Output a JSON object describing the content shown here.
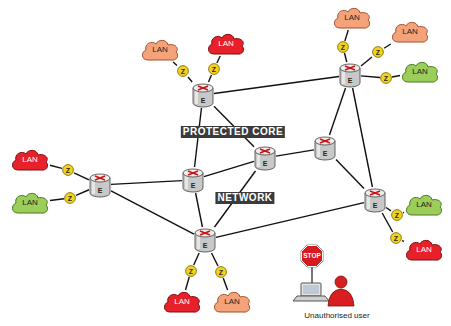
{
  "diagram": {
    "nodes": [
      {
        "text": [
          "PROTECTED CORE",
          "NETWORK"
        ]
      },
      {
        "text": [
          "E"
        ],
        "in": 0
      },
      {
        "text": [
          "E"
        ],
        "in": 0
      },
      {
        "text": [
          "E"
        ],
        "in": 0
      },
      {
        "text": [
          "E"
        ],
        "in": 0
      },
      {
        "text": [
          "E"
        ],
        "in": 0
      },
      {
        "text": [
          "E"
        ],
        "in": 0
      },
      {
        "text": [
          "E"
        ],
        "in": 0
      },
      {
        "text": [
          "E"
        ],
        "in": 0
      },
      {
        "text": [
          "LAN"
        ]
      },
      {
        "text": [
          "LAN"
        ]
      },
      {
        "text": [
          "Z"
        ]
      },
      {
        "text": [
          "Z"
        ]
      },
      {
        "text": [
          "LAN"
        ]
      },
      {
        "text": [
          "LAN"
        ]
      },
      {
        "text": [
          "LAN"
        ]
      },
      {
        "text": [
          "Z"
        ]
      },
      {
        "text": [
          "Z"
        ]
      },
      {
        "text": [
          "Z"
        ]
      },
      {
        "text": [
          "LAN"
        ]
      },
      {
        "text": [
          "LAN"
        ]
      },
      {
        "text": [
          "Z"
        ]
      },
      {
        "text": [
          "Z"
        ]
      },
      {
        "text": [
          "LAN"
        ]
      },
      {
        "text": [
          "LAN"
        ]
      },
      {
        "text": [
          "Z"
        ]
      },
      {
        "text": [
          "Z"
        ]
      },
      {
        "text": [
          "LAN"
        ]
      },
      {
        "text": [
          "LAN"
        ]
      },
      {
        "text": [
          "Z"
        ]
      },
      {
        "text": [
          "Z"
        ]
      },
      {
        "text": [
          "STOP"
        ]
      }
    ],
    "edges": [
      {
        "from": 1,
        "to": 2,
        "arrow": "none"
      },
      {
        "from": 1,
        "to": 4,
        "arrow": "none"
      },
      {
        "from": 1,
        "to": 5,
        "arrow": "none"
      },
      {
        "from": 2,
        "to": 6,
        "arrow": "none"
      },
      {
        "from": 2,
        "to": 7,
        "arrow": "none"
      },
      {
        "from": 3,
        "to": 4,
        "arrow": "none"
      },
      {
        "from": 3,
        "to": 8,
        "arrow": "none"
      },
      {
        "from": 4,
        "to": 5,
        "arrow": "none"
      },
      {
        "from": 4,
        "to": 8,
        "arrow": "none"
      },
      {
        "from": 5,
        "to": 6,
        "arrow": "none"
      },
      {
        "from": 5,
        "to": 8,
        "arrow": "none"
      },
      {
        "from": 6,
        "to": 7,
        "arrow": "none"
      },
      {
        "from": 7,
        "to": 8,
        "arrow": "none"
      },
      {
        "from": 1,
        "to": 11,
        "arrow": "none"
      },
      {
        "from": 1,
        "to": 12,
        "arrow": "none"
      },
      {
        "from": 2,
        "to": 16,
        "arrow": "none"
      },
      {
        "from": 2,
        "to": 17,
        "arrow": "none"
      },
      {
        "from": 2,
        "to": 18,
        "arrow": "none"
      },
      {
        "from": 3,
        "to": 21,
        "arrow": "none"
      },
      {
        "from": 3,
        "to": 22,
        "arrow": "none"
      },
      {
        "from": 7,
        "to": 25,
        "arrow": "none"
      },
      {
        "from": 7,
        "to": 26,
        "arrow": "none"
      },
      {
        "from": 8,
        "to": 29,
        "arrow": "none"
      },
      {
        "from": 8,
        "to": 30,
        "arrow": "none"
      },
      {
        "from": 11,
        "to": 9,
        "arrow": "none"
      },
      {
        "from": 12,
        "to": 10,
        "arrow": "none"
      },
      {
        "from": 16,
        "to": 13,
        "arrow": "none"
      },
      {
        "from": 17,
        "to": 14,
        "arrow": "none"
      },
      {
        "from": 18,
        "to": 15,
        "arrow": "none"
      },
      {
        "from": 21,
        "to": 19,
        "arrow": "none"
      },
      {
        "from": 22,
        "to": 20,
        "arrow": "none"
      },
      {
        "from": 25,
        "to": 23,
        "arrow": "none"
      },
      {
        "from": 26,
        "to": 24,
        "arrow": "none"
      },
      {
        "from": 29,
        "to": 27,
        "arrow": "none"
      },
      {
        "from": 30,
        "to": 28,
        "arrow": "none"
      }
    ],
    "labels": [
      "Unauthorised user"
    ]
  }
}
